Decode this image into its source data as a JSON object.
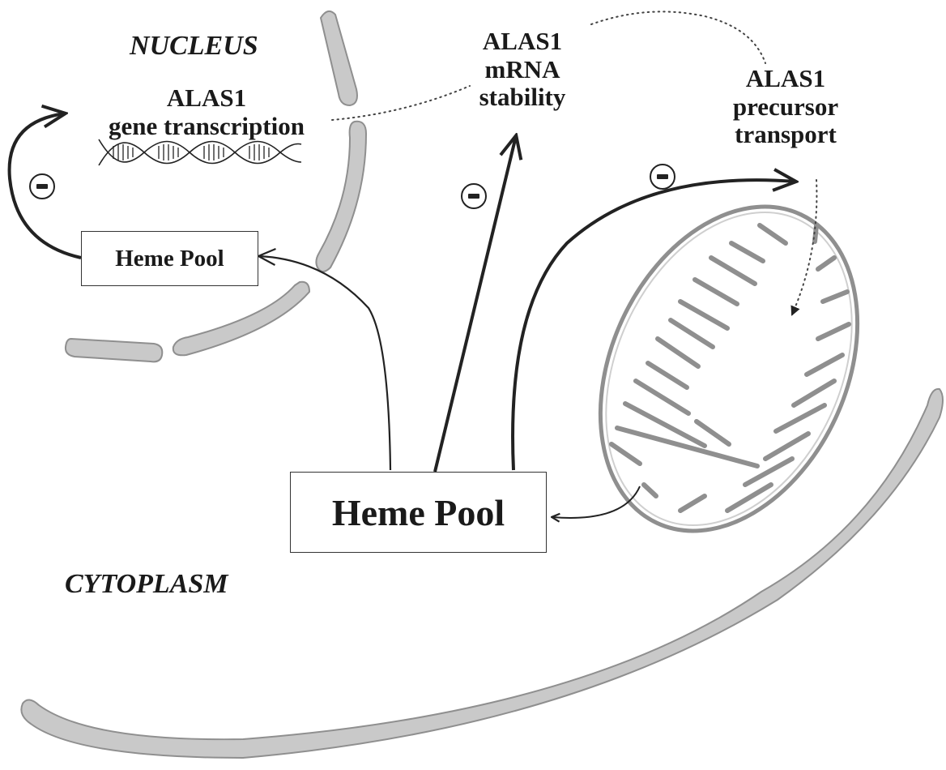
{
  "regions": {
    "nucleus": "NUCLEUS",
    "cytoplasm": "CYTOPLASM"
  },
  "processes": {
    "gene_transcription": [
      "ALAS1",
      "gene transcription"
    ],
    "mrna_stability": [
      "ALAS1",
      "mRNA",
      "stability"
    ],
    "precursor_transport": [
      "ALAS1",
      "precursor",
      "transport"
    ]
  },
  "heme_pools": {
    "nuclear": "Heme Pool",
    "cytoplasmic": "Heme Pool"
  },
  "colors": {
    "membrane_fill": "#c9c9c9",
    "membrane_stroke": "#8f8f8f",
    "arrow": "#222222",
    "text": "#1a1a1a"
  }
}
